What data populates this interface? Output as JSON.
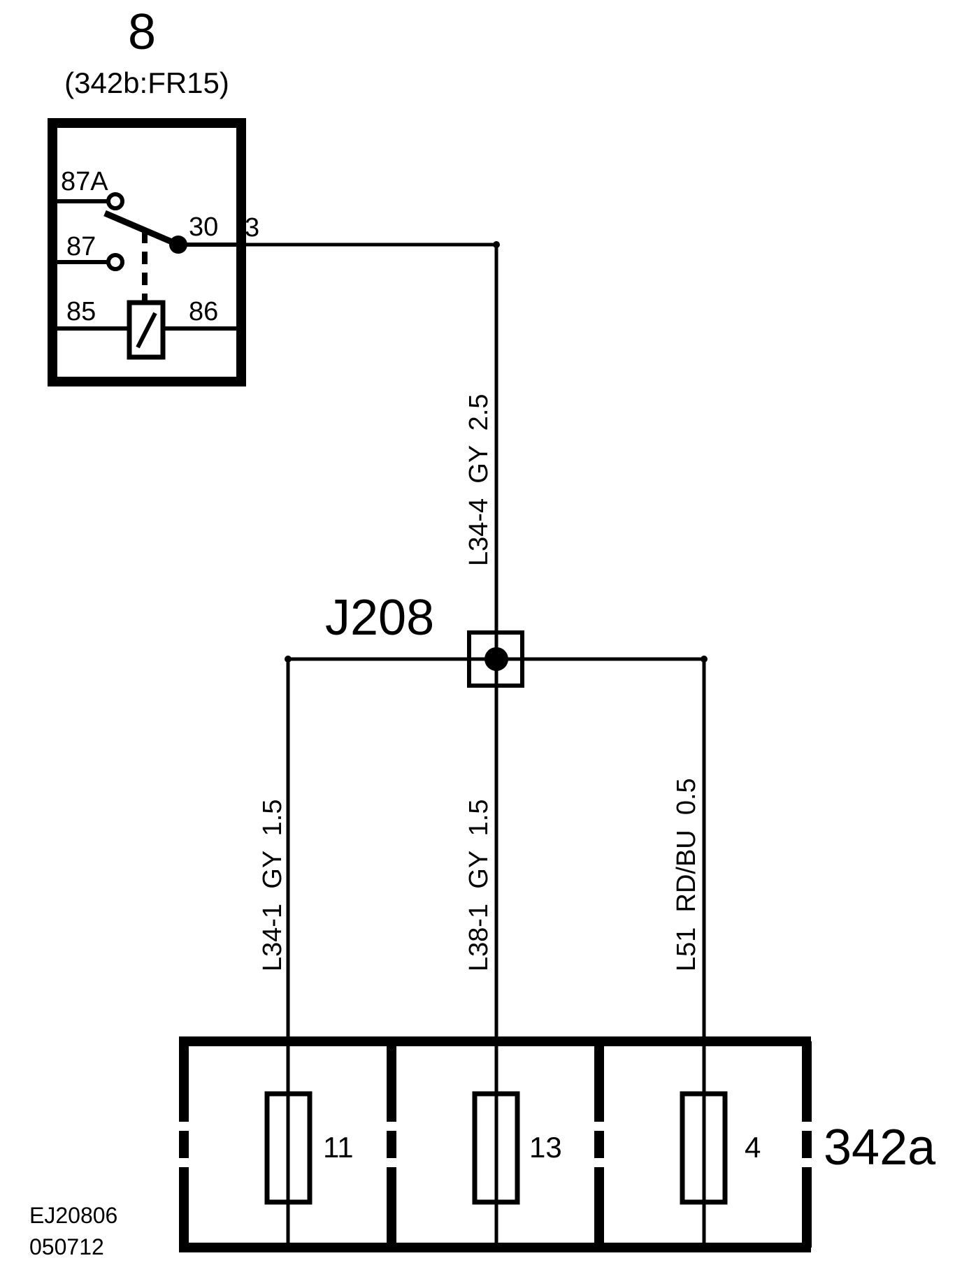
{
  "relay": {
    "number": "8",
    "location": "(342b:FR15)",
    "pin_87a": "87A",
    "pin_87": "87",
    "pin_30": "30",
    "pin_85": "85",
    "pin_86": "86",
    "connector_pin": "3"
  },
  "wires": {
    "main": "L34-4  GY  2.5",
    "left": "L34-1  GY  1.5",
    "center": "L38-1  GY  1.5",
    "right": "L51  RD/BU  0.5"
  },
  "junction": {
    "label": "J208"
  },
  "fuse_box": {
    "label": "342a",
    "fuses": [
      "11",
      "13",
      "4"
    ]
  },
  "footer": {
    "ref": "EJ20806",
    "date": "050712"
  },
  "colors": {
    "ink": "#000000",
    "background": "#ffffff"
  }
}
